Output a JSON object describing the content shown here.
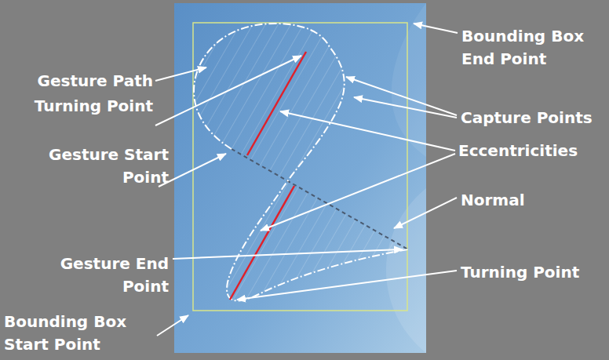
{
  "diagram": {
    "labels": [
      "Gesture Path",
      "Turning Point",
      "Gesture Start Point",
      "Gesture End Point",
      "Bounding Box Start Point",
      "Bounding Box End Point",
      "Capture Points",
      "Eccentricities",
      "Normal",
      "Turning Point"
    ]
  }
}
